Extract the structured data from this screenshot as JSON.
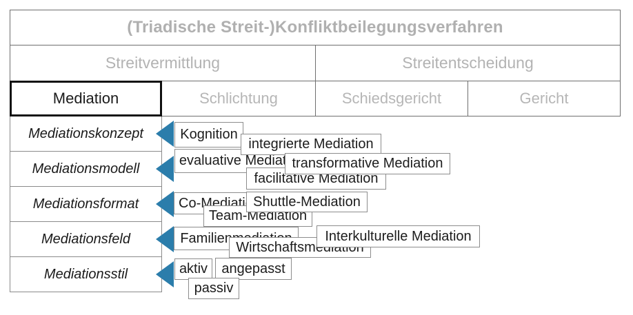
{
  "diagram": {
    "title": "(Triadische Streit-)Konfliktbeilegungsverfahren",
    "level2": {
      "left": "Streitvermittlung",
      "right": "Streitentscheidung"
    },
    "level3": {
      "mediation": "Mediation",
      "schlichtung": "Schlichtung",
      "schiedsgericht": "Schiedsgericht",
      "gericht": "Gericht"
    },
    "row_labels": {
      "konzept": "Mediationskonzept",
      "modell": "Mediationsmodell",
      "format": "Mediationsformat",
      "feld": "Mediationsfeld",
      "stil": "Mediationsstil"
    },
    "boxes": {
      "kognition": "Kognition",
      "integrierte": "integrierte Mediation",
      "evaluative": "evaluative Mediation",
      "facilitative": "facilitative Mediation",
      "transformative": "transformative Mediation",
      "co": "Co-Mediation",
      "team": "Team-Mediation",
      "shuttle": "Shuttle-Mediation",
      "familien": "Familienmediation",
      "wirtschafts": "Wirtschaftsmediation",
      "interkulturelle": "Interkulturelle Mediation",
      "aktiv": "aktiv",
      "angepasst": "angepasst",
      "passiv": "passiv"
    },
    "colors": {
      "arrow_blue": "#2b7dab",
      "muted_header_text": "#b3b3b3",
      "highlight_border": "#101010",
      "box_border": "#8c8c8c"
    }
  }
}
